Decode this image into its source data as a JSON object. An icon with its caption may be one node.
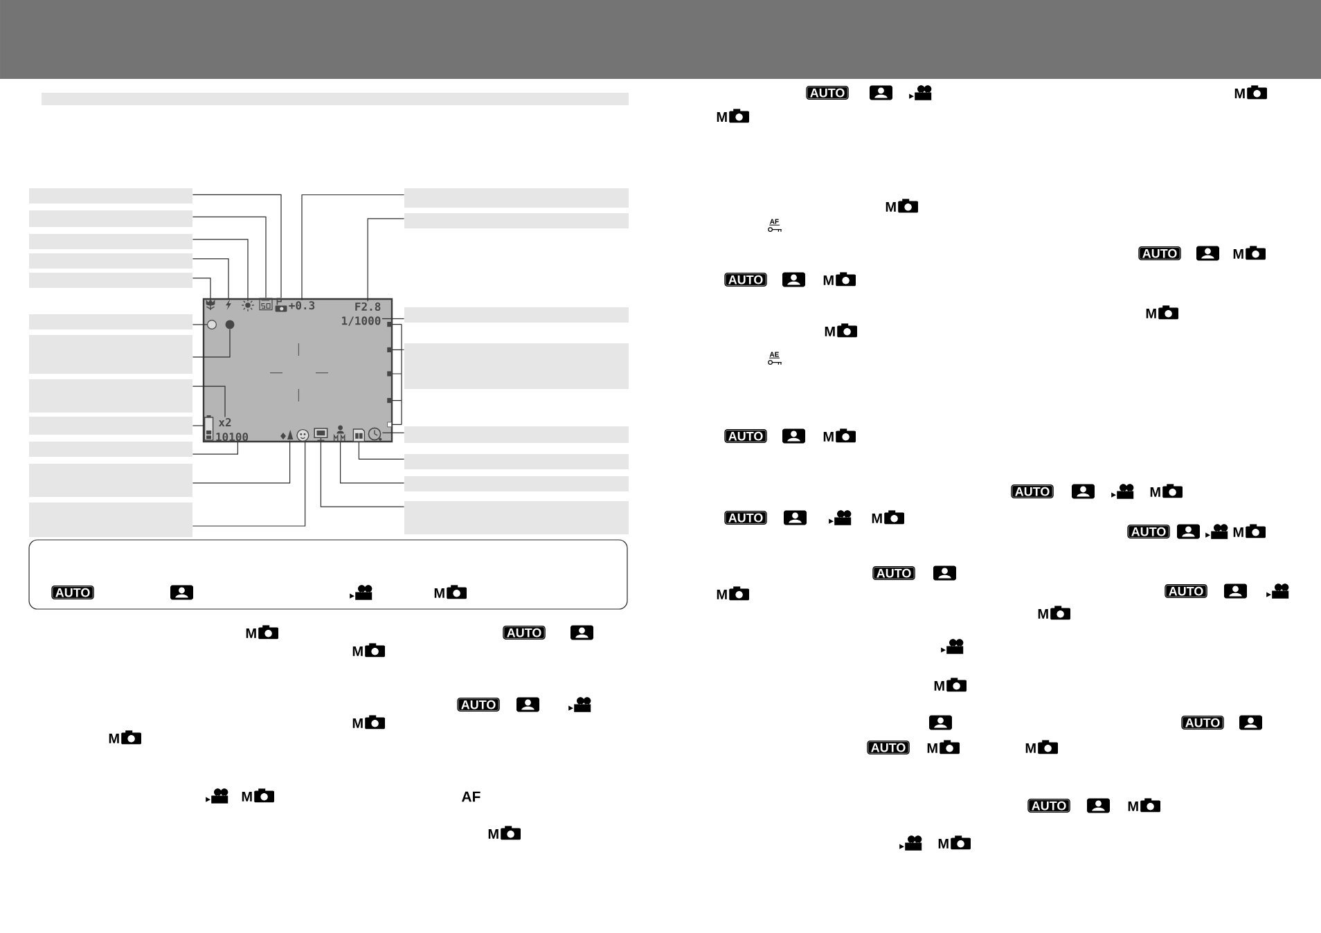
{
  "diagram": {
    "nodes": [
      {
        "text": [],
        "shape": "box"
      },
      {
        "text": [],
        "shape": "box"
      },
      {
        "text": [],
        "shape": "box"
      },
      {
        "text": [],
        "shape": "box"
      },
      {
        "text": [],
        "shape": "box"
      },
      {
        "text": [],
        "shape": "box"
      },
      {
        "text": [],
        "shape": "box"
      },
      {
        "text": [],
        "shape": "box"
      },
      {
        "text": [],
        "shape": "box"
      },
      {
        "text": [],
        "shape": "box"
      },
      {
        "text": [],
        "shape": "box"
      },
      {
        "text": [],
        "shape": "box"
      },
      {
        "text": [],
        "shape": "box"
      },
      {
        "text": [],
        "shape": "box"
      },
      {
        "text": [],
        "shape": "box"
      },
      {
        "text": [],
        "shape": "box"
      },
      {
        "text": [],
        "shape": "box"
      },
      {
        "text": [],
        "shape": "box"
      },
      {
        "text": [],
        "shape": "box"
      },
      {
        "text": [],
        "shape": "box"
      },
      {
        "text": [],
        "shape": "picture"
      },
      {
        "text": [],
        "shape": "picture",
        "in": 20
      },
      {
        "text": [],
        "shape": "picture",
        "in": 20
      },
      {
        "text": [],
        "shape": "picture",
        "in": 20
      },
      {
        "text": [],
        "shape": "picture",
        "in": 20
      },
      {
        "text": [],
        "shape": "picture",
        "in": 20
      },
      {
        "text": [
          "+0.3"
        ],
        "in": 20
      },
      {
        "text": [
          "F2.8"
        ],
        "in": 20
      },
      {
        "text": [
          "1/1000"
        ],
        "in": 20
      },
      {
        "text": [],
        "shape": "circle",
        "in": 20
      },
      {
        "text": [],
        "shape": "circle",
        "in": 20
      },
      {
        "text": [],
        "shape": "bar",
        "in": 20
      },
      {
        "text": [
          "x2"
        ],
        "in": 20
      },
      {
        "text": [],
        "shape": "picture",
        "in": 20
      },
      {
        "text": [
          "10100"
        ],
        "in": 20
      },
      {
        "text": [],
        "shape": "picture",
        "in": 20
      },
      {
        "text": [],
        "shape": "picture",
        "in": 20
      },
      {
        "text": [],
        "shape": "picture",
        "in": 20
      },
      {
        "text": [],
        "shape": "picture",
        "in": 20
      },
      {
        "text": [],
        "shape": "picture",
        "in": 20
      },
      {
        "text": [],
        "shape": "picture",
        "in": 20
      },
      {
        "text": [
          "AUTO",
          "M"
        ]
      }
    ],
    "edges": [
      {
        "from": 0,
        "to": 25,
        "arrow": "none"
      },
      {
        "from": 1,
        "to": 24,
        "arrow": "none"
      },
      {
        "from": 2,
        "to": 23,
        "arrow": "none"
      },
      {
        "from": 3,
        "to": 22,
        "arrow": "none"
      },
      {
        "from": 4,
        "to": 21,
        "arrow": "none"
      },
      {
        "from": 5,
        "to": 29,
        "arrow": "none"
      },
      {
        "from": 6,
        "to": 30,
        "arrow": "none"
      },
      {
        "from": 7,
        "to": 32,
        "arrow": "none"
      },
      {
        "from": 8,
        "to": 33,
        "arrow": "none"
      },
      {
        "from": 9,
        "to": 34,
        "arrow": "none"
      },
      {
        "from": 10,
        "to": 35,
        "arrow": "none"
      },
      {
        "from": 11,
        "to": 36,
        "arrow": "none"
      },
      {
        "from": 12,
        "to": 26,
        "arrow": "none"
      },
      {
        "from": 13,
        "to": 27,
        "arrow": "none"
      },
      {
        "from": 14,
        "to": 28,
        "arrow": "none"
      },
      {
        "from": 15,
        "to": 31,
        "arrow": "none"
      },
      {
        "from": 16,
        "to": 40,
        "arrow": "none"
      },
      {
        "from": 17,
        "to": 39,
        "arrow": "none"
      },
      {
        "from": 18,
        "to": 38,
        "arrow": "none"
      },
      {
        "from": 19,
        "to": 37,
        "arrow": "none"
      }
    ],
    "labels": [
      "M",
      "AUTO",
      "M",
      "AUTO",
      "M",
      "M",
      "M",
      "AF",
      "M",
      "AUTO",
      "M",
      "M",
      "M",
      "AF",
      "AUTO",
      "M",
      "AUTO",
      "M",
      "M",
      "M",
      "AE",
      "AUTO",
      "M",
      "AUTO",
      "M",
      "AUTO",
      "M",
      "AUTO",
      "M",
      "AUTO",
      "M",
      "AUTO",
      "M",
      "M",
      "AUTO",
      "AUTO",
      "M",
      "M",
      "AUTO",
      "M",
      "M"
    ]
  }
}
